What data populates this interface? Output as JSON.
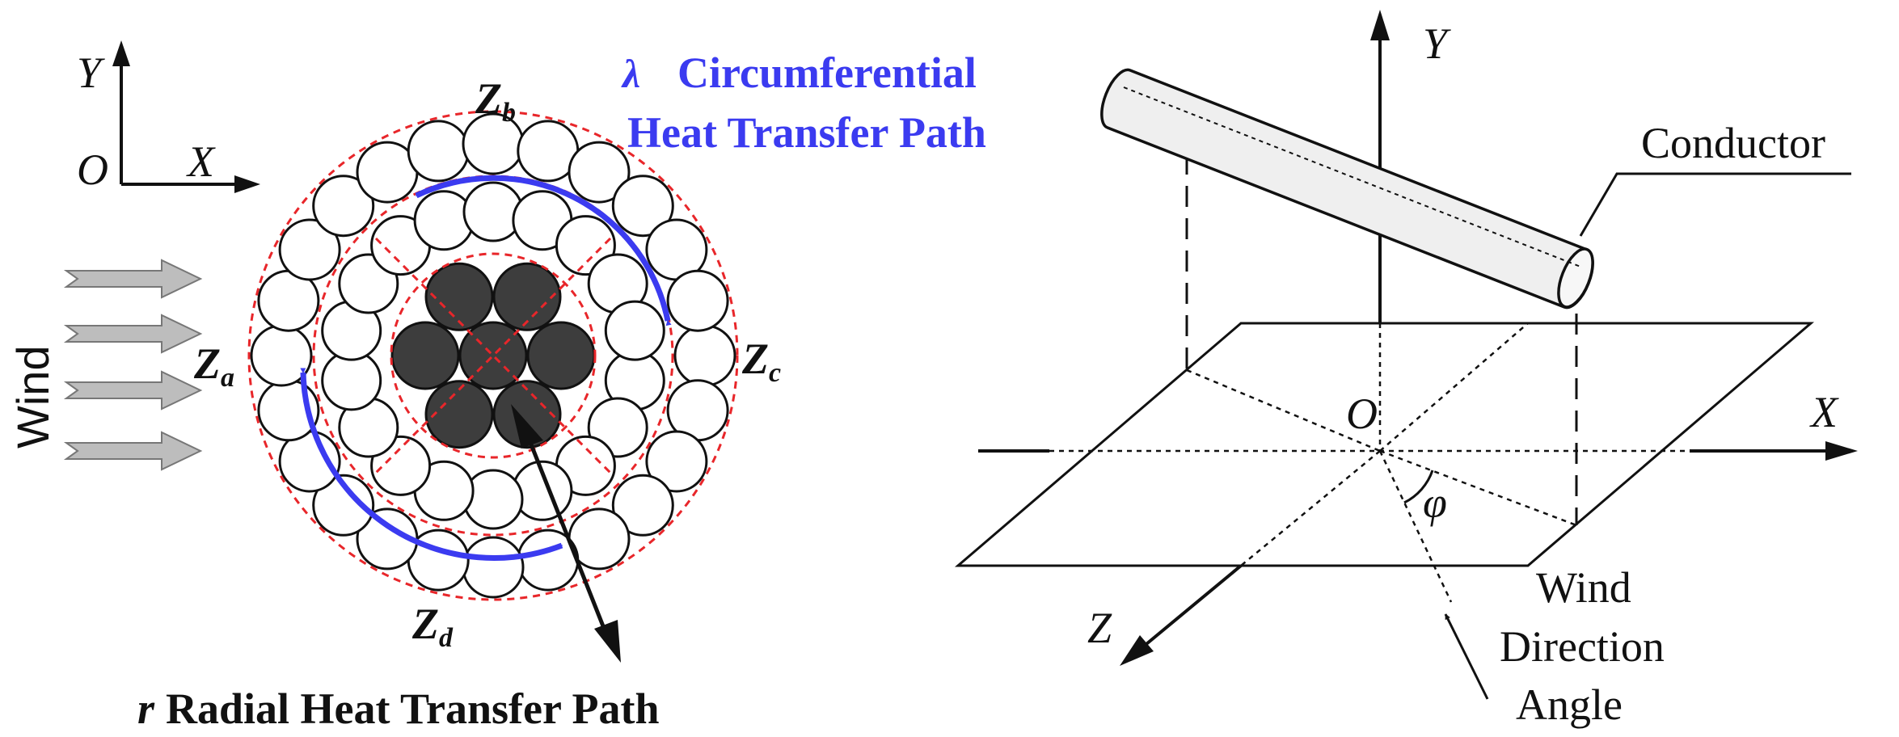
{
  "left_panel": {
    "axis_y": "Y",
    "axis_x": "X",
    "axis_origin": "O",
    "wind": "Wind",
    "lambda_symbol": "λ",
    "circumferential_line1": "Circumferential",
    "circumferential_line2": "Heat Transfer Path",
    "zones": {
      "a": {
        "main": "Z",
        "sub": "a"
      },
      "b": {
        "main": "Z",
        "sub": "b"
      },
      "c": {
        "main": "Z",
        "sub": "c"
      },
      "d": {
        "main": "Z",
        "sub": "d"
      }
    },
    "radial_symbol": "r",
    "radial_label": "Radial Heat Transfer Path"
  },
  "right_panel": {
    "axis_y": "Y",
    "axis_x": "X",
    "axis_z": "Z",
    "origin": "O",
    "angle_symbol": "φ",
    "conductor_label": "Conductor",
    "wind_direction_line1": "Wind",
    "wind_direction_line2": "Direction",
    "wind_direction_line3": "Angle"
  },
  "colors": {
    "core_fill": "#3d3d3d",
    "dashed_rings": "#e8262a",
    "heat_path": "#3b3bf0",
    "wind_arrow": "#bdbdbd",
    "conductor_fill": "#efefef"
  }
}
